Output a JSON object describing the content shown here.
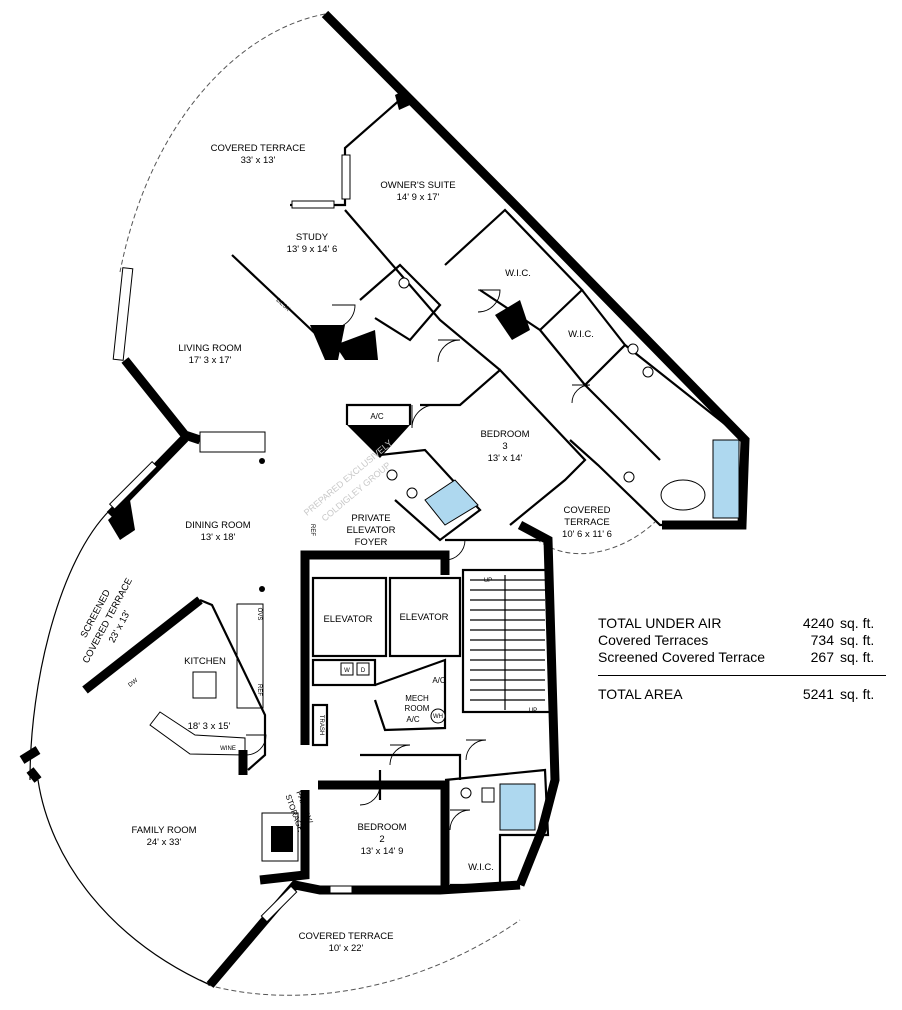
{
  "rooms": {
    "covered_terrace_nw": {
      "name": "COVERED TERRACE",
      "dims": "33' x 13'"
    },
    "owners_suite": {
      "name": "OWNER'S SUITE",
      "dims": "14' 9 x 17'"
    },
    "study": {
      "name": "STUDY",
      "dims": "13' 9 x 14' 6"
    },
    "living_room": {
      "name": "LIVING ROOM",
      "dims": "17' 3 x 17'"
    },
    "wic_1": {
      "name": "W.I.C."
    },
    "wic_2": {
      "name": "W.I.C."
    },
    "wic_3": {
      "name": "W.I.C."
    },
    "bedroom_3": {
      "name": "BEDROOM",
      "num": "3",
      "dims": "13' x 14'"
    },
    "covered_terrace_e": {
      "name": "COVERED",
      "name2": "TERRACE",
      "dims": "10' 6 x 11' 6"
    },
    "dining_room": {
      "name": "DINING ROOM",
      "dims": "13' x 18'"
    },
    "private_foyer": {
      "line1": "PRIVATE",
      "line2": "ELEVATOR",
      "line3": "FOYER"
    },
    "screened_terrace": {
      "name1": "SCREENED",
      "name2": "COVERED TERRACE",
      "dims": "23' x 13'"
    },
    "kitchen": {
      "name": "KITCHEN",
      "dims": "18' 3 x 15'"
    },
    "elevator_1": {
      "name": "ELEVATOR"
    },
    "elevator_2": {
      "name": "ELEVATOR"
    },
    "mech_room": {
      "line1": "MECH",
      "line2": "ROOM"
    },
    "family_room": {
      "name": "FAMILY ROOM",
      "dims": "24' x 33'"
    },
    "pantry": {
      "line1": "PANTRY/",
      "line2": "STORAGE"
    },
    "bedroom_2": {
      "name": "BEDROOM",
      "num": "2",
      "dims": "13' x 14' 9"
    },
    "covered_terrace_s": {
      "name": "COVERED TERRACE",
      "dims": "10' x 22'"
    }
  },
  "fixtures": {
    "ac_top": "A/C",
    "ac_mech_1": "A/C",
    "ac_mech_2": "A/C",
    "ref_foyer": "REF",
    "ovs": "OVS",
    "ref_kitchen": "REF",
    "wine": "WINE",
    "dw": "DW",
    "trash": "TRASH",
    "washer": "W",
    "dryer": "D",
    "wh": "WH",
    "desk": "DESK",
    "up_1": "UP",
    "up_2": "UP"
  },
  "watermark": {
    "line1": "PREPARED EXCLUSIVELY",
    "line2": "COLDIGLEY GROUP"
  },
  "area_summary": {
    "rows": [
      {
        "label": "TOTAL UNDER AIR",
        "value": "4240",
        "unit": "sq. ft."
      },
      {
        "label": "Covered Terraces",
        "value": "734",
        "unit": "sq. ft."
      },
      {
        "label": "Screened Covered Terrace",
        "value": "267",
        "unit": "sq. ft."
      }
    ],
    "total": {
      "label": "TOTAL AREA",
      "value": "5241",
      "unit": "sq. ft."
    }
  }
}
